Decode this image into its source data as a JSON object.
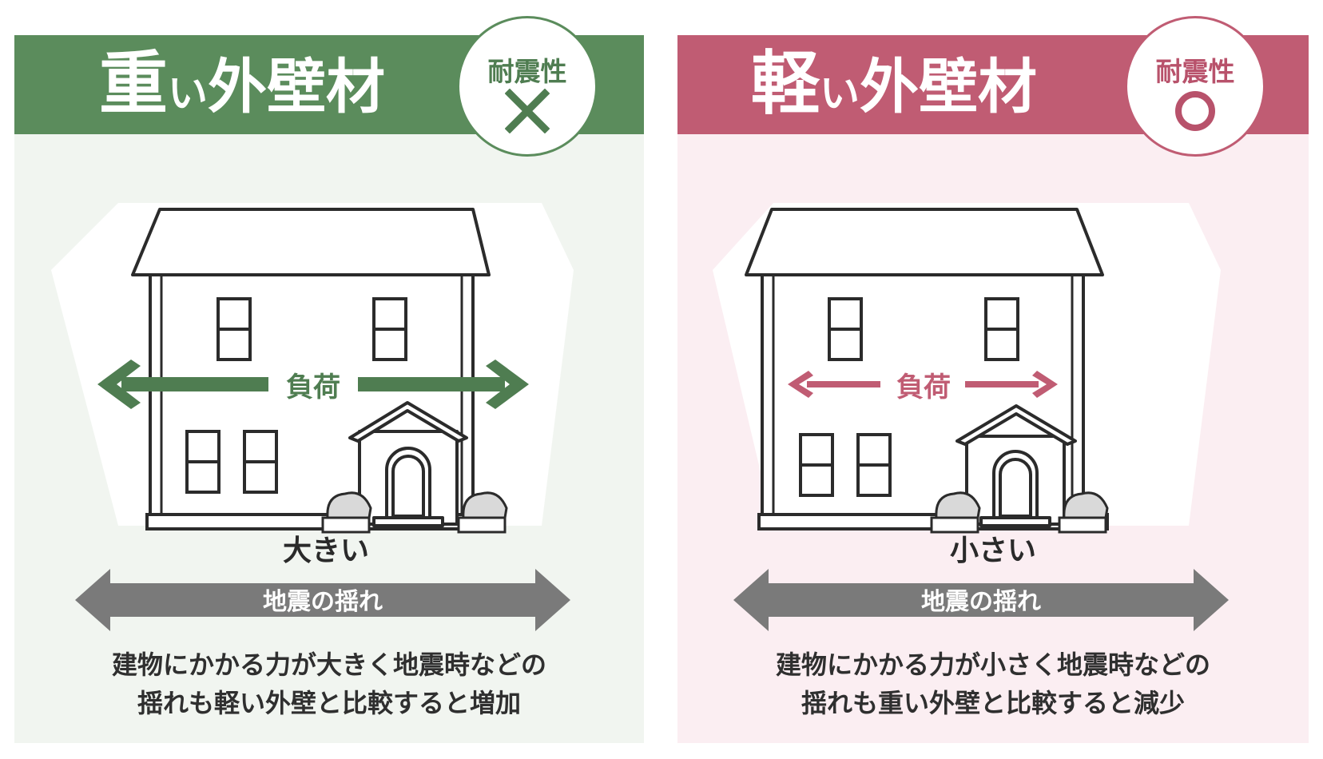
{
  "left": {
    "title_main": "重",
    "title_rest": "い",
    "title_tail": "外壁材",
    "badge_label": "耐震性",
    "badge_icon": "cross-icon",
    "load_label": "負荷",
    "size_label": "大きい",
    "quake_label": "地震の揺れ",
    "desc_line1": "建物にかかる力が大きく地震時などの",
    "desc_line2": "揺れも軽い外壁と比較すると増加",
    "accent": "#5b8c5c"
  },
  "right": {
    "title_main": "軽",
    "title_rest": "い",
    "title_tail": "外壁材",
    "badge_label": "耐震性",
    "badge_icon": "circle-icon",
    "load_label": "負荷",
    "size_label": "小さい",
    "quake_label": "地震の揺れ",
    "desc_line1": "建物にかかる力が小さく地震時などの",
    "desc_line2": "揺れも重い外壁と比較すると減少",
    "accent": "#c05c73"
  }
}
